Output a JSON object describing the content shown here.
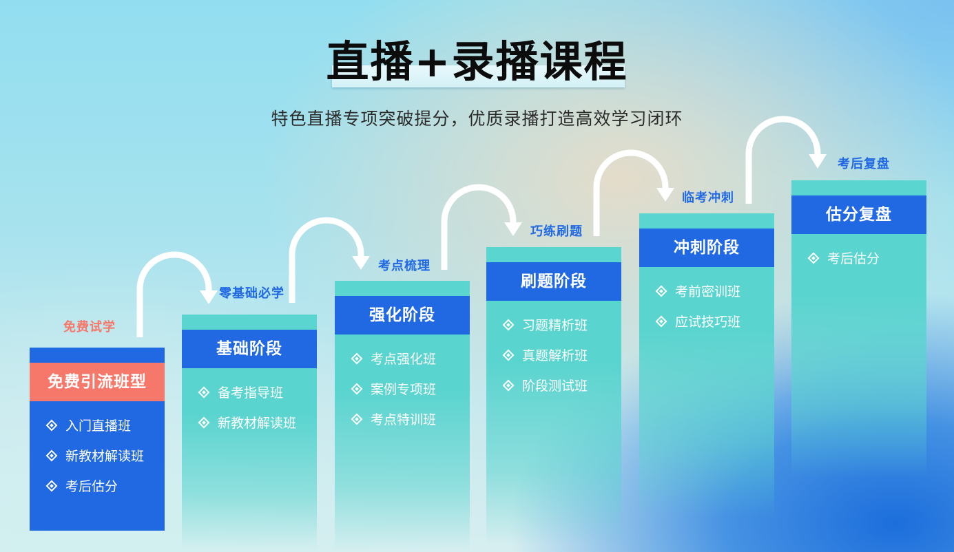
{
  "title": "直播+录播课程",
  "subtitle": "特色直播专项突破提分，优质录播打造高效学习闭环",
  "steps": [
    {
      "caption": "免费试学",
      "header": "免费引流班型",
      "items": [
        "入门直播班",
        "新教材解读班",
        "考后估分"
      ]
    },
    {
      "caption": "零基础必学",
      "header": "基础阶段",
      "items": [
        "备考指导班",
        "新教材解读班"
      ]
    },
    {
      "caption": "考点梳理",
      "header": "强化阶段",
      "items": [
        "考点强化班",
        "案例专项班",
        "考点特训班"
      ]
    },
    {
      "caption": "巧练刷题",
      "header": "刷题阶段",
      "items": [
        "习题精析班",
        "真题解析班",
        "阶段测试班"
      ]
    },
    {
      "caption": "临考冲刺",
      "header": "冲刺阶段",
      "items": [
        "考前密训班",
        "应试技巧班"
      ]
    },
    {
      "caption": "考后复盘",
      "header": "估分复盘",
      "items": [
        "考后估分"
      ]
    }
  ],
  "colors": {
    "blue": "#2169e2",
    "teal": "#5bd5d0",
    "coral": "#f6786a"
  },
  "icons": {
    "arrow": "curved-arrow-icon",
    "bullet": "diamond-bullet-icon"
  }
}
